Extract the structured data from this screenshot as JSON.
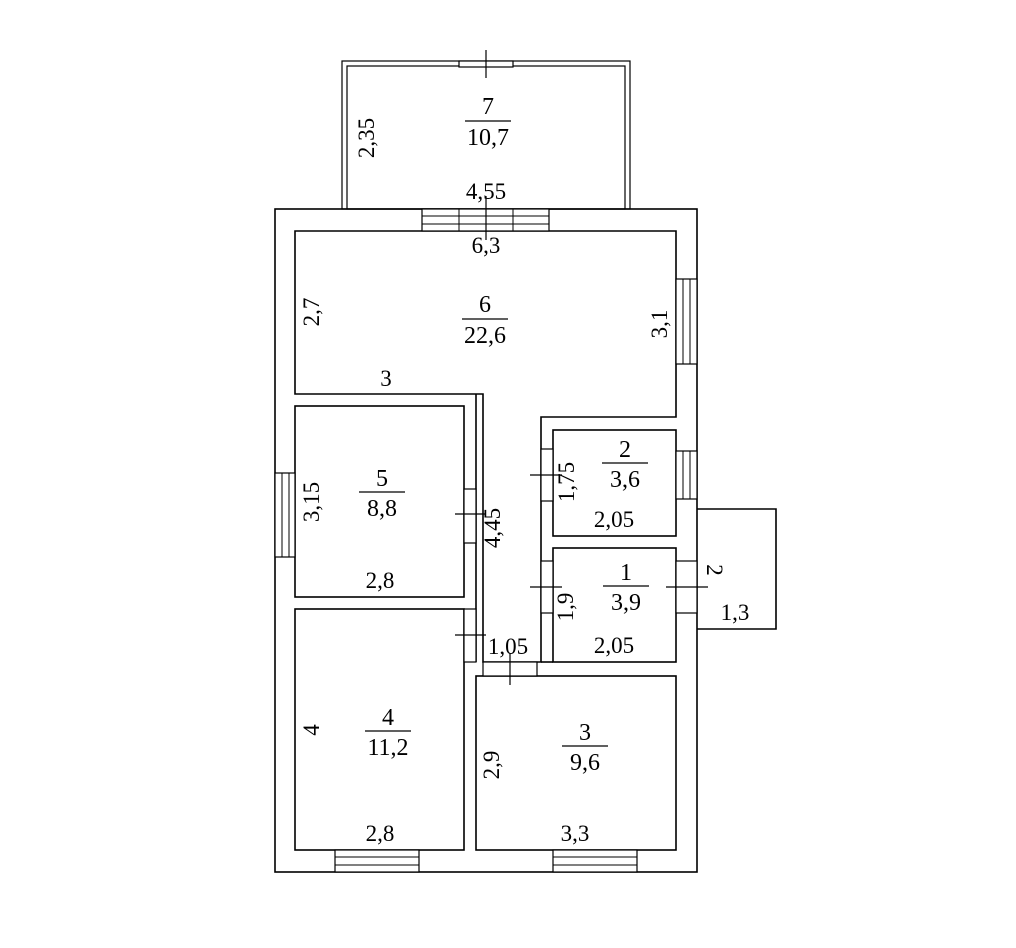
{
  "rooms": [
    {
      "number": "1",
      "area": "3,9"
    },
    {
      "number": "2",
      "area": "3,6"
    },
    {
      "number": "3",
      "area": "9,6"
    },
    {
      "number": "4",
      "area": "11,2"
    },
    {
      "number": "5",
      "area": "8,8"
    },
    {
      "number": "6",
      "area": "22,6"
    },
    {
      "number": "7",
      "area": "10,7"
    }
  ],
  "dimensions": {
    "terrace_height": "2,35",
    "terrace_width": "4,55",
    "room6_width": "6,3",
    "room6_left": "2,7",
    "room6_right": "3,1",
    "room6_step": "3",
    "room5_height": "3,15",
    "room5_width": "2,8",
    "corridor_length": "4,45",
    "room2_height": "1,75",
    "room2_width": "2,05",
    "room1_height": "1,9",
    "room1_width": "2,05",
    "porch_depth": "2",
    "porch_width": "1,3",
    "doorway_width": "1,05",
    "room4_height": "4",
    "room4_width": "2,8",
    "room3_height": "2,9",
    "room3_width": "3,3"
  }
}
